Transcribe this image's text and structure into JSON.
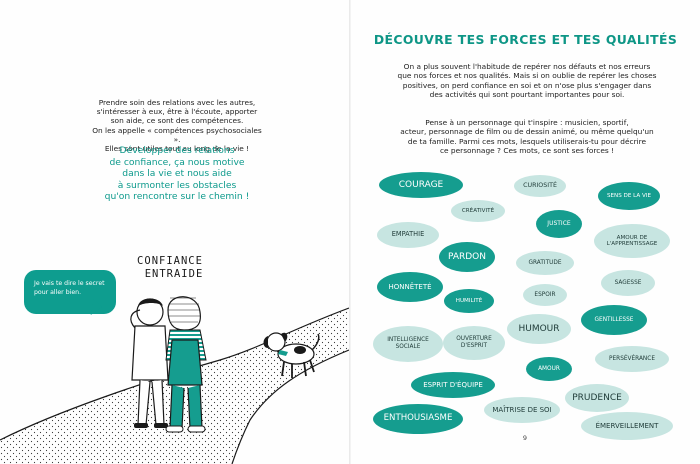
{
  "left_page": {
    "intro_lines": [
      "Prendre soin des relations avec les autres,",
      "s'intéresser à eux, être à l'écoute, apporter",
      "son aide, ce sont des compétences.",
      "On les appelle « compétences psychosociales ».",
      "Elles sont utiles tout au long de la vie !"
    ],
    "highlight_lines": [
      "Développer des relations",
      "de confiance, ça nous motive",
      "dans la vie et nous aide",
      "à surmonter les obstacles",
      "qu'on rencontre sur le chemin !"
    ],
    "illustration_title_1": "CONFIANCE",
    "illustration_title_2": "ENTRAIDE",
    "speech_bubble_line_1": "Je vais te dire le secret",
    "speech_bubble_line_2": "pour aller bien."
  },
  "right_page": {
    "title": "DÉCOUVRE TES FORCES ET TES QUALITÉS",
    "paragraph1_lines": [
      "On a plus souvent l'habitude de repérer nos défauts et nos erreurs",
      "que nos forces et nos qualités. Mais si on oublie de repérer les choses",
      "positives, on perd confiance en soi et on n'ose plus s'engager dans",
      "des activités qui sont pourtant importantes pour soi."
    ],
    "paragraph2_lines": [
      "Pense à un personnage qui t'inspire : musicien, sportif,",
      "acteur, personnage de film ou de dessin animé, ou même quelqu'un",
      "de ta famille. Parmi ces mots, lesquels utiliserais-tu pour décrire",
      "ce personnage ? Ces mots, ce sont ses forces !"
    ],
    "qualities": [
      {
        "line1": "COURAGE",
        "line2": ""
      },
      {
        "line1": "CURIOSITÉ",
        "line2": ""
      },
      {
        "line1": "SENS DE LA VIE",
        "line2": ""
      },
      {
        "line1": "CRÉATIVITÉ",
        "line2": ""
      },
      {
        "line1": "JUSTICE",
        "line2": ""
      },
      {
        "line1": "EMPATHIE",
        "line2": ""
      },
      {
        "line1": "AMOUR DE",
        "line2": "L'APPRENTISSAGE"
      },
      {
        "line1": "PARDON",
        "line2": ""
      },
      {
        "line1": "GRATITUDE",
        "line2": ""
      },
      {
        "line1": "SAGESSE",
        "line2": ""
      },
      {
        "line1": "HONNÊTETÉ",
        "line2": ""
      },
      {
        "line1": "ESPOIR",
        "line2": ""
      },
      {
        "line1": "HUMILITÉ",
        "line2": ""
      },
      {
        "line1": "GENTILLESSE",
        "line2": ""
      },
      {
        "line1": "HUMOUR",
        "line2": ""
      },
      {
        "line1": "INTELLIGENCE",
        "line2": "SOCIALE"
      },
      {
        "line1": "OUVERTURE",
        "line2": "D'ESPRIT"
      },
      {
        "line1": "PERSÉVÉRANCE",
        "line2": ""
      },
      {
        "line1": "AMOUR",
        "line2": ""
      },
      {
        "line1": "ESPRIT D'ÉQUIPE",
        "line2": ""
      },
      {
        "line1": "PRUDENCE",
        "line2": ""
      },
      {
        "line1": "ENTHOUSIASME",
        "line2": ""
      },
      {
        "line1": "MAÎTRISE DE SOI",
        "line2": ""
      },
      {
        "line1": "ÉMERVEILLEMENT",
        "line2": ""
      }
    ],
    "page_number": "9"
  },
  "colors": {
    "teal_dark": "#159d8f",
    "teal_light": "#c7e5e1",
    "title_teal": "#0e9686"
  }
}
